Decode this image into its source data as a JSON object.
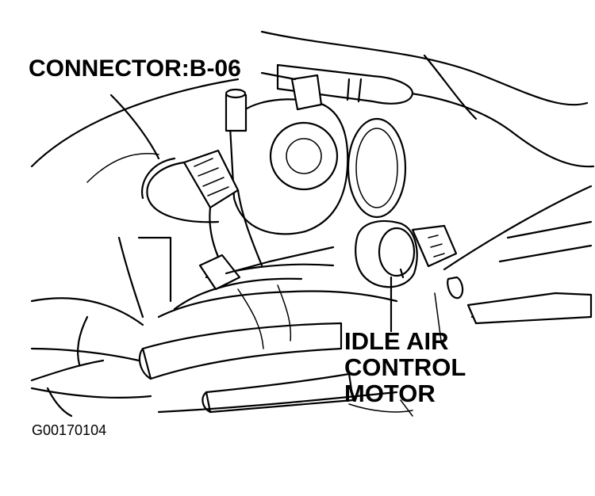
{
  "labels": {
    "connector": "CONNECTOR:B-06",
    "idle_air_control_motor": [
      "IDLE AIR",
      "CONTROL",
      "MOTOR"
    ],
    "figure_code": "G00170104"
  }
}
